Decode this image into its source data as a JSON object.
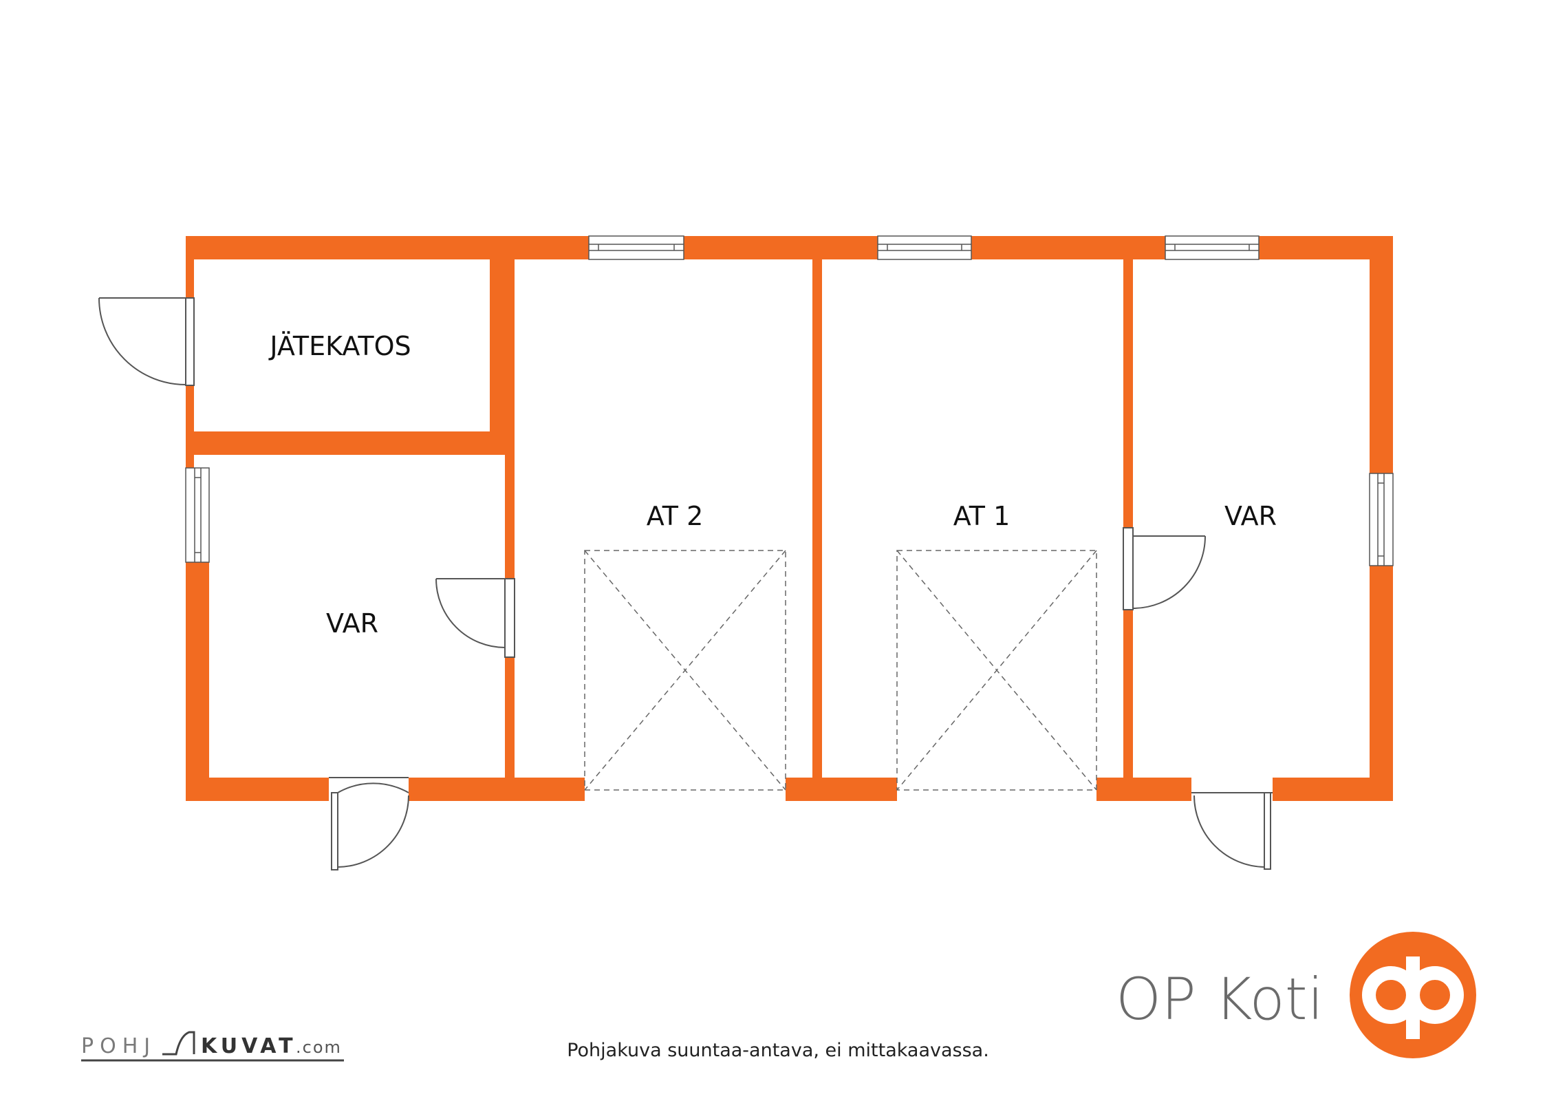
{
  "colors": {
    "wall": "#f26b21",
    "line": "#555555",
    "brand_text": "#6b6b6b"
  },
  "rooms": {
    "jatekatos": "JÄTEKATOS",
    "var_left": "VAR",
    "at2": "AT 2",
    "at1": "AT 1",
    "var_right": "VAR"
  },
  "brand": {
    "name": "OP Koti",
    "logo": "op-logo-icon"
  },
  "footer": {
    "caption": "Pohjakuva suuntaa-antava, ei mittakaavassa.",
    "watermark": {
      "part1": "POHJ",
      "part2": "KUVAT",
      "part3": ".com"
    }
  }
}
